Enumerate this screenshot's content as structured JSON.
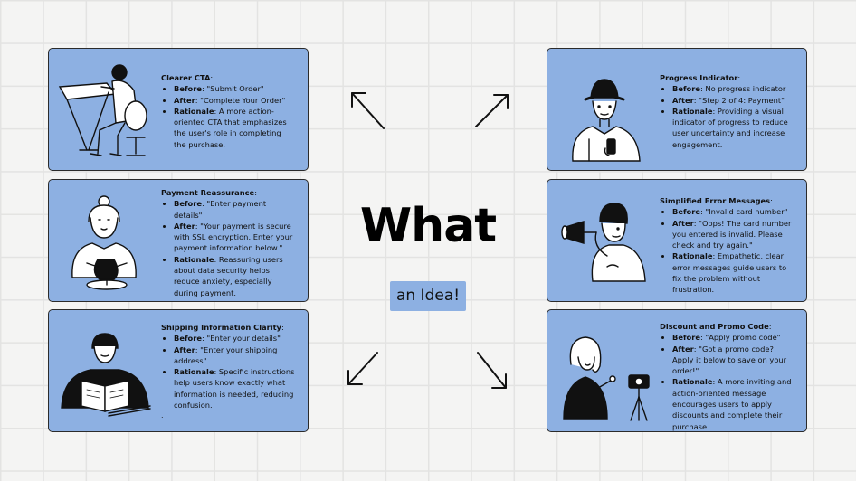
{
  "diagram": {
    "title": "What",
    "subtitle": "an Idea!",
    "colors": {
      "card": "#8db0e2",
      "ink": "#111111",
      "background": "#f4f4f3"
    },
    "cards": {
      "cta": {
        "heading": "Clearer CTA",
        "heading_suffix": ":",
        "items": [
          {
            "term": "Before",
            "text": ": \"Submit Order\""
          },
          {
            "term": "After",
            "text": ": \"Complete Your Order\""
          },
          {
            "term": "Rationale",
            "text": ": A more action-oriented CTA that emphasizes the user's role in completing the purchase."
          }
        ]
      },
      "progress": {
        "heading": "Progress Indicator",
        "heading_suffix": ":",
        "items": [
          {
            "term": "Before",
            "text": ": No progress indicator"
          },
          {
            "term": "After",
            "text": ": \"Step 2 of 4: Payment\""
          },
          {
            "term": "Rationale",
            "text": ": Providing a visual indicator of progress to reduce user uncertainty and increase engagement."
          }
        ]
      },
      "payment": {
        "heading": "Payment Reassurance",
        "heading_suffix": ":",
        "items": [
          {
            "term": "Before",
            "text": ": \"Enter payment details\""
          },
          {
            "term": "After",
            "text": ": \"Your payment is secure with SSL encryption. Enter your payment information below.\""
          },
          {
            "term": "Rationale",
            "text": ": Reassuring users about data security helps reduce anxiety, especially during payment."
          }
        ]
      },
      "error": {
        "heading": "Simplified Error Messages",
        "heading_suffix": ":",
        "items": [
          {
            "term": "Before",
            "text": ": \"Invalid card number\""
          },
          {
            "term": "After",
            "text": ": \"Oops! The card number you entered is invalid. Please check and try again.\""
          },
          {
            "term": "Rationale",
            "text": ": Empathetic, clear error messages guide users to fix the problem without frustration."
          }
        ]
      },
      "shipping": {
        "heading": "Shipping Information Clarity",
        "heading_suffix": ":",
        "items": [
          {
            "term": "Before",
            "text": ": \"Enter your details\""
          },
          {
            "term": "After",
            "text": ": \"Enter your shipping address\""
          },
          {
            "term": "Rationale",
            "text": ": Specific instructions help users know exactly what information is needed, reducing confusion."
          }
        ],
        "trailing": "."
      },
      "discount": {
        "heading": "Discount and Promo Code",
        "heading_suffix": ":",
        "items": [
          {
            "term": "Before",
            "text": ": \"Apply promo code\""
          },
          {
            "term": "After",
            "text": ": \"Got a promo code? Apply it below to save on your order!\""
          },
          {
            "term": "Rationale",
            "text": ": A more inviting and action-oriented message encourages users to apply discounts and complete their purchase."
          }
        ]
      }
    }
  }
}
